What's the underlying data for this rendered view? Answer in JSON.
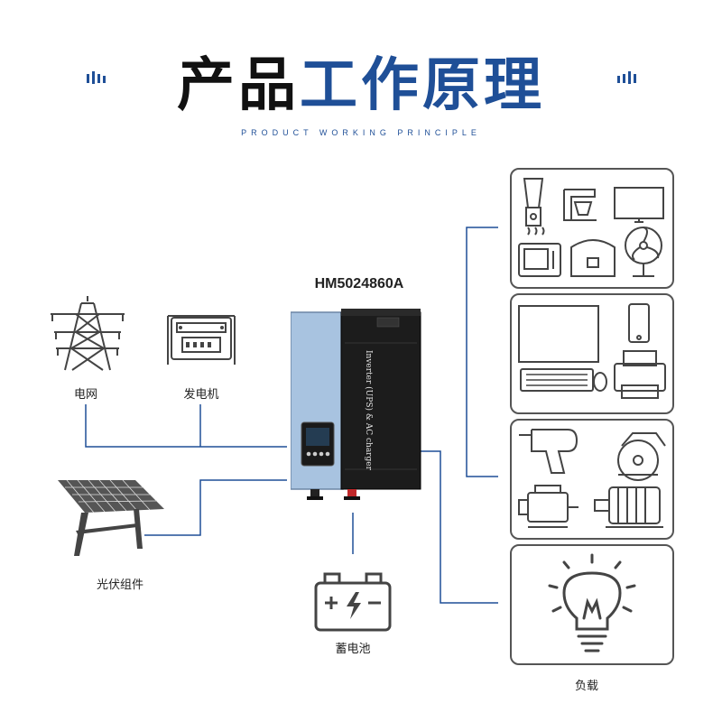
{
  "header": {
    "title_part1": "产品",
    "title_part2": "工作原理",
    "subtitle": "PRODUCT WORKING PRINCIPLE"
  },
  "inverter": {
    "model": "HM5024860A",
    "panel_text": "Inverter (UPS) & AC charger"
  },
  "sources": {
    "grid": "电网",
    "generator": "发电机",
    "solar": "光伏组件",
    "battery": "蓄电池"
  },
  "loads": {
    "label": "负载"
  },
  "colors": {
    "accent": "#1f4f97",
    "line": "#1f4f97",
    "icon": "#444444"
  }
}
